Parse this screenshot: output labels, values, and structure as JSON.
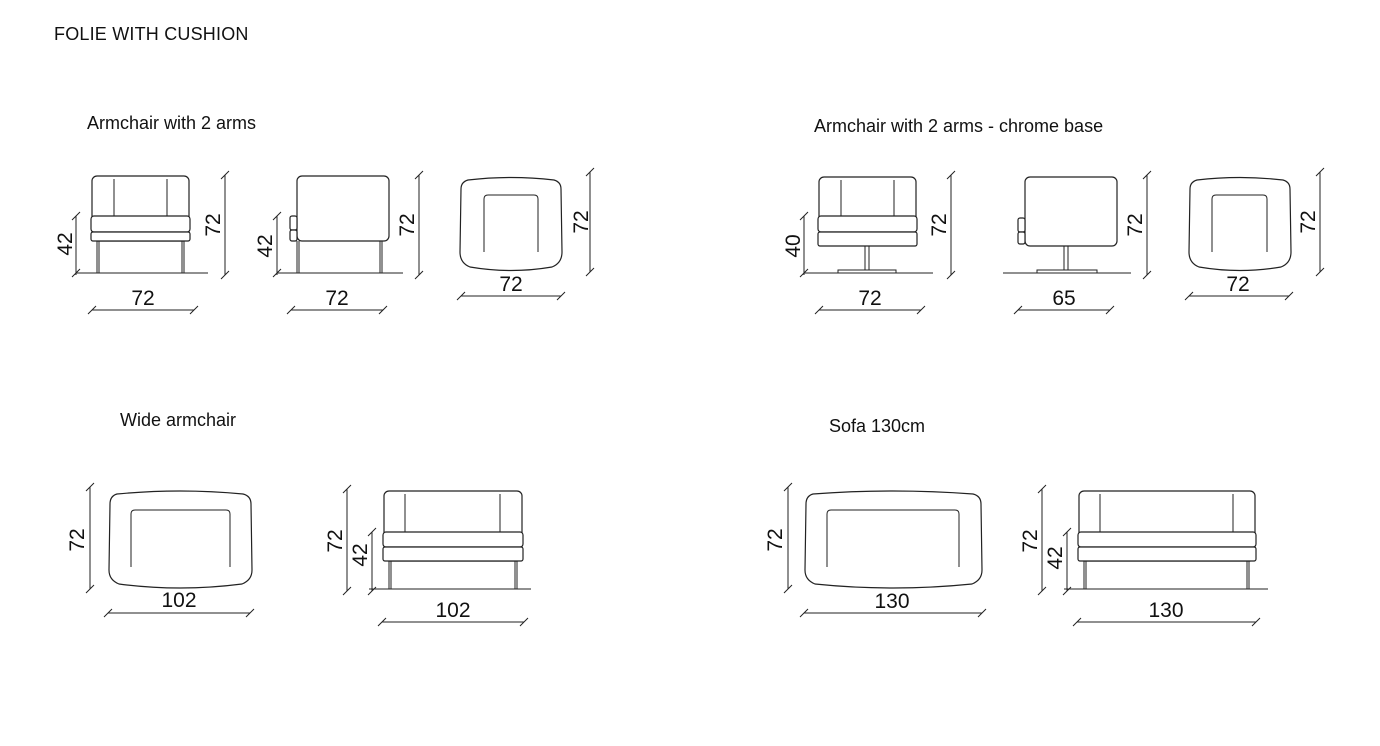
{
  "title": "FOLIE WITH CUSHION",
  "sections": [
    {
      "title": "Armchair with 2 arms",
      "views": [
        {
          "dims": [
            "42",
            "72",
            "72"
          ]
        },
        {
          "dims": [
            "42",
            "72",
            "72"
          ]
        },
        {
          "dims": [
            "72",
            "72"
          ]
        }
      ]
    },
    {
      "title": "Armchair with 2 arms - chrome base",
      "views": [
        {
          "dims": [
            "40",
            "72",
            "72"
          ]
        },
        {
          "dims": [
            "72",
            "65"
          ]
        },
        {
          "dims": [
            "72",
            "72"
          ]
        }
      ]
    },
    {
      "title": "Wide armchair",
      "views": [
        {
          "dims": [
            "72",
            "102"
          ]
        },
        {
          "dims": [
            "72",
            "42",
            "102"
          ]
        }
      ]
    },
    {
      "title": "Sofa 130cm",
      "views": [
        {
          "dims": [
            "72",
            "130"
          ]
        },
        {
          "dims": [
            "72",
            "42",
            "130"
          ]
        }
      ]
    }
  ]
}
